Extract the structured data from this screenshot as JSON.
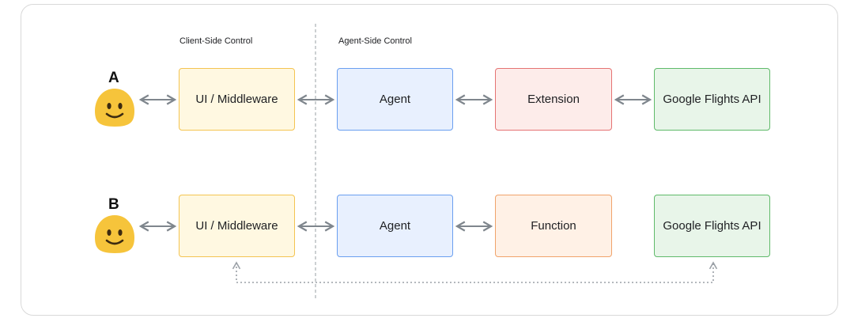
{
  "sections": {
    "client_label": "Client-Side Control",
    "agent_label": "Agent-Side Control"
  },
  "rows": [
    {
      "letter": "A",
      "user_icon": "smiley-face-icon",
      "boxes": [
        {
          "label": "UI / Middleware",
          "color": "#f4c451"
        },
        {
          "label": "Agent",
          "color": "#6a9ff0"
        },
        {
          "label": "Extension",
          "color": "#e57373"
        },
        {
          "label": "Google Flights API",
          "color": "#5fba6a"
        }
      ]
    },
    {
      "letter": "B",
      "user_icon": "smiley-face-icon",
      "boxes": [
        {
          "label": "UI / Middleware",
          "color": "#f4c451"
        },
        {
          "label": "Agent",
          "color": "#6a9ff0"
        },
        {
          "label": "Function",
          "color": "#f0a36b"
        },
        {
          "label": "Google Flights API",
          "color": "#5fba6a"
        }
      ]
    }
  ],
  "colors": {
    "arrow": "#7f868d",
    "divider": "#9aa0a6",
    "smiley_fill": "#f6c43b",
    "smiley_features": "#3c2a10"
  }
}
